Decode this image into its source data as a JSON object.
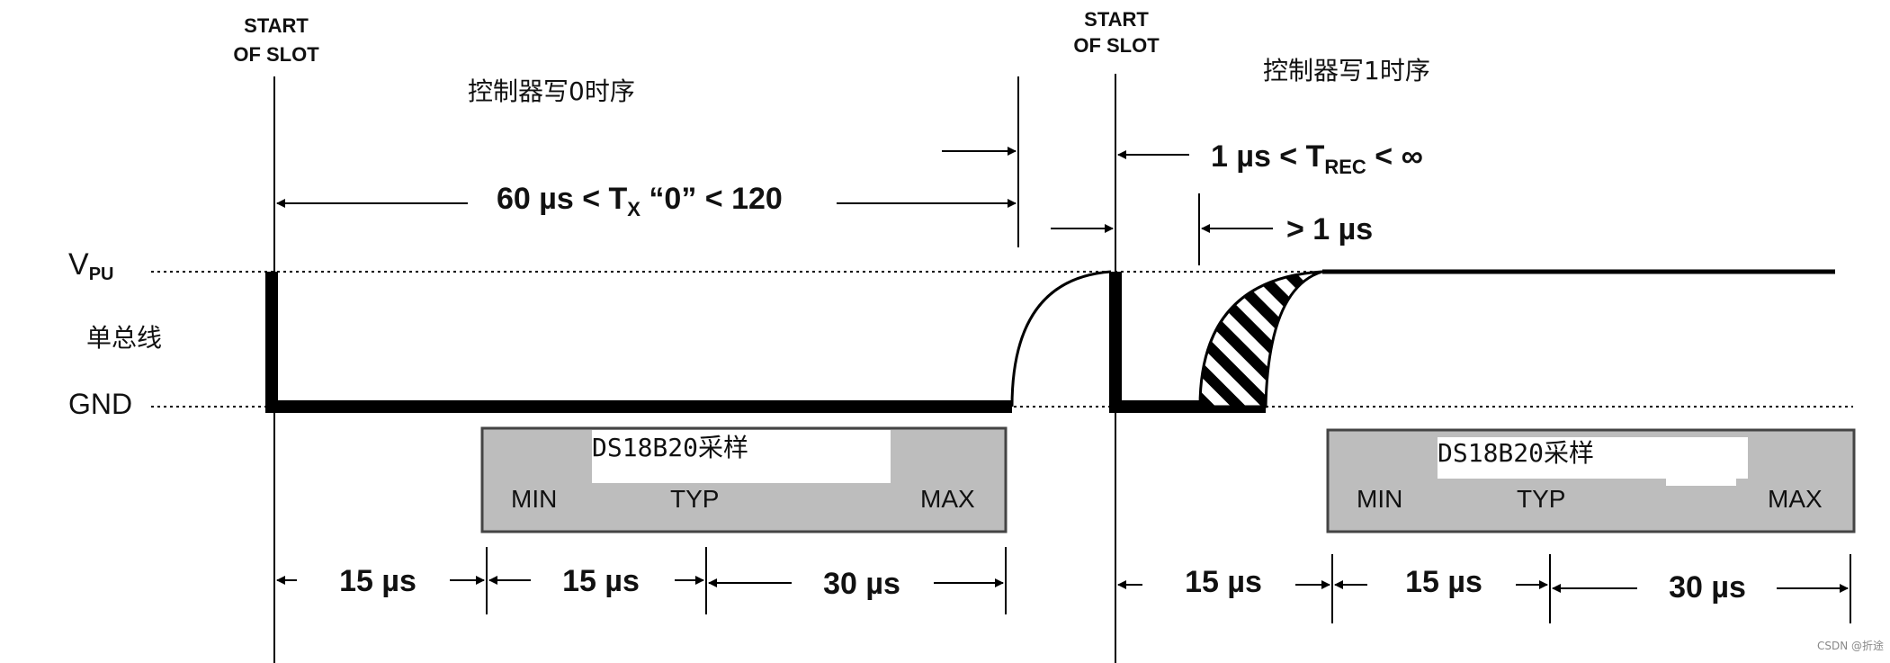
{
  "markers": {
    "start_slot_a": [
      "START",
      "OF SLOT"
    ],
    "start_slot_b": [
      "START",
      "OF SLOT"
    ]
  },
  "titles": {
    "write0": "控制器写0时序",
    "write1": "控制器写1时序"
  },
  "timing": {
    "tx0_prefix": "60 µs < T",
    "tx0_sub": "X",
    "tx0_suffix": " “0” < 120",
    "trec_prefix": "1 µs < T",
    "trec_sub": "REC",
    "trec_suffix": " < ∞",
    "gt1": "> 1 µs"
  },
  "levels": {
    "vpu_main": "V",
    "vpu_sub": "PU",
    "bus": "单总线",
    "gnd": "GND"
  },
  "sample_boxes": [
    {
      "title": "DS18B20采样",
      "min": "MIN",
      "typ": "TYP",
      "max": "MAX"
    },
    {
      "title": "DS18B20采样",
      "min": "MIN",
      "typ": "TYP",
      "max": "MAX"
    }
  ],
  "durations": {
    "left": [
      "15 µs",
      "15 µs",
      "30 µs"
    ],
    "right": [
      "15 µs",
      "15 µs",
      "30 µs"
    ]
  },
  "watermark": "CSDN @折途",
  "colors": {
    "box_fill": "#bdbdbd",
    "box_stroke": "#444444",
    "line": "#000000"
  }
}
